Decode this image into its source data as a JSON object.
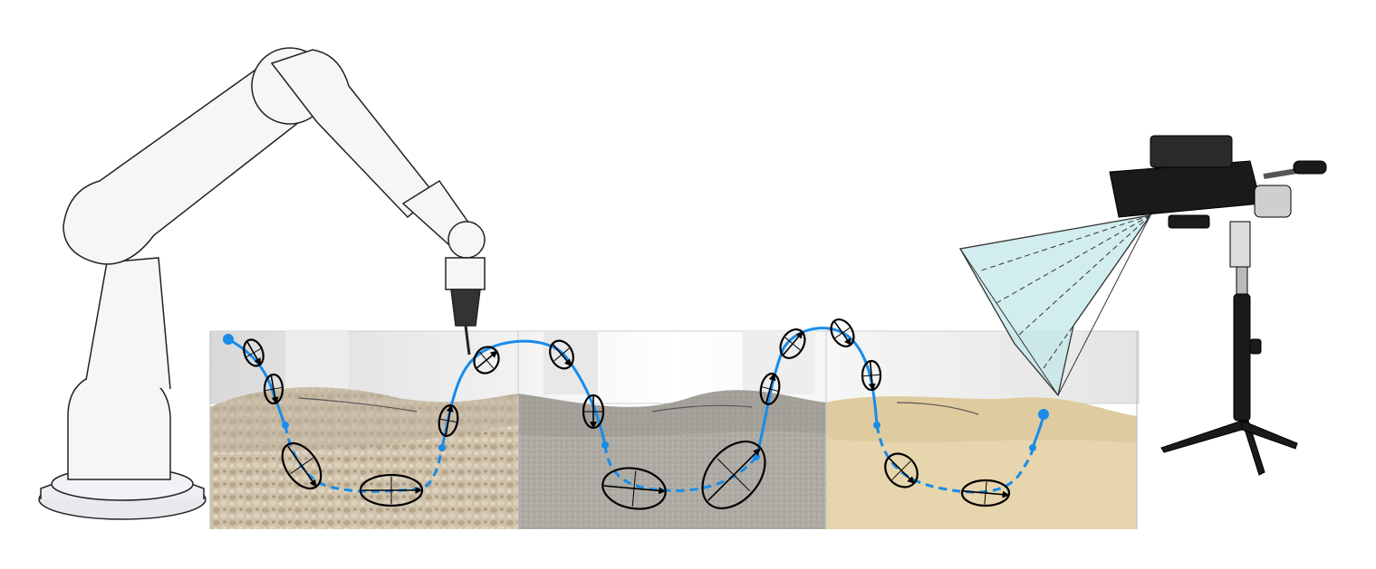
{
  "figure": {
    "description_free": true,
    "colors": {
      "trajectory": "#1a8ce8",
      "uncertainty_ellipse": "#000000",
      "gravel": "#c9bba3",
      "gray_sand": "#a9a6a0",
      "beige_sand": "#e6d5ad",
      "frustum": "#bfe6e6",
      "robot": "#f4f4f6",
      "camera": "#1a1a1a"
    },
    "bins": [
      "gravel",
      "gray-sand",
      "beige-sand"
    ]
  }
}
